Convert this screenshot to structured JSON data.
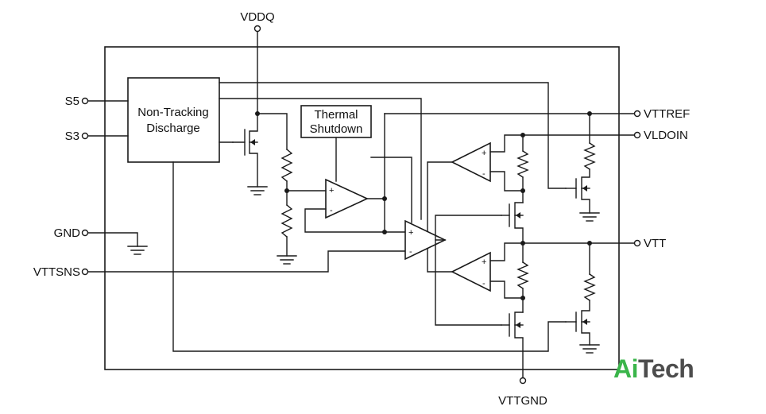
{
  "pins": {
    "vddq": "VDDQ",
    "s5": "S5",
    "s3": "S3",
    "gnd": "GND",
    "vttsns": "VTTSNS",
    "vttref": "VTTREF",
    "vldoin": "VLDOIN",
    "vtt": "VTT",
    "vttgnd": "VTTGND"
  },
  "blocks": {
    "discharge_line1": "Non-Tracking",
    "discharge_line2": "Discharge",
    "thermal_line1": "Thermal",
    "thermal_line2": "Shutdown"
  },
  "opamp_signs": {
    "plus": "+",
    "minus": "-"
  },
  "logo": {
    "part1": "Ai",
    "part2": "Tech",
    "color1": "#3ab54a",
    "color2": "#4d4d4d"
  }
}
